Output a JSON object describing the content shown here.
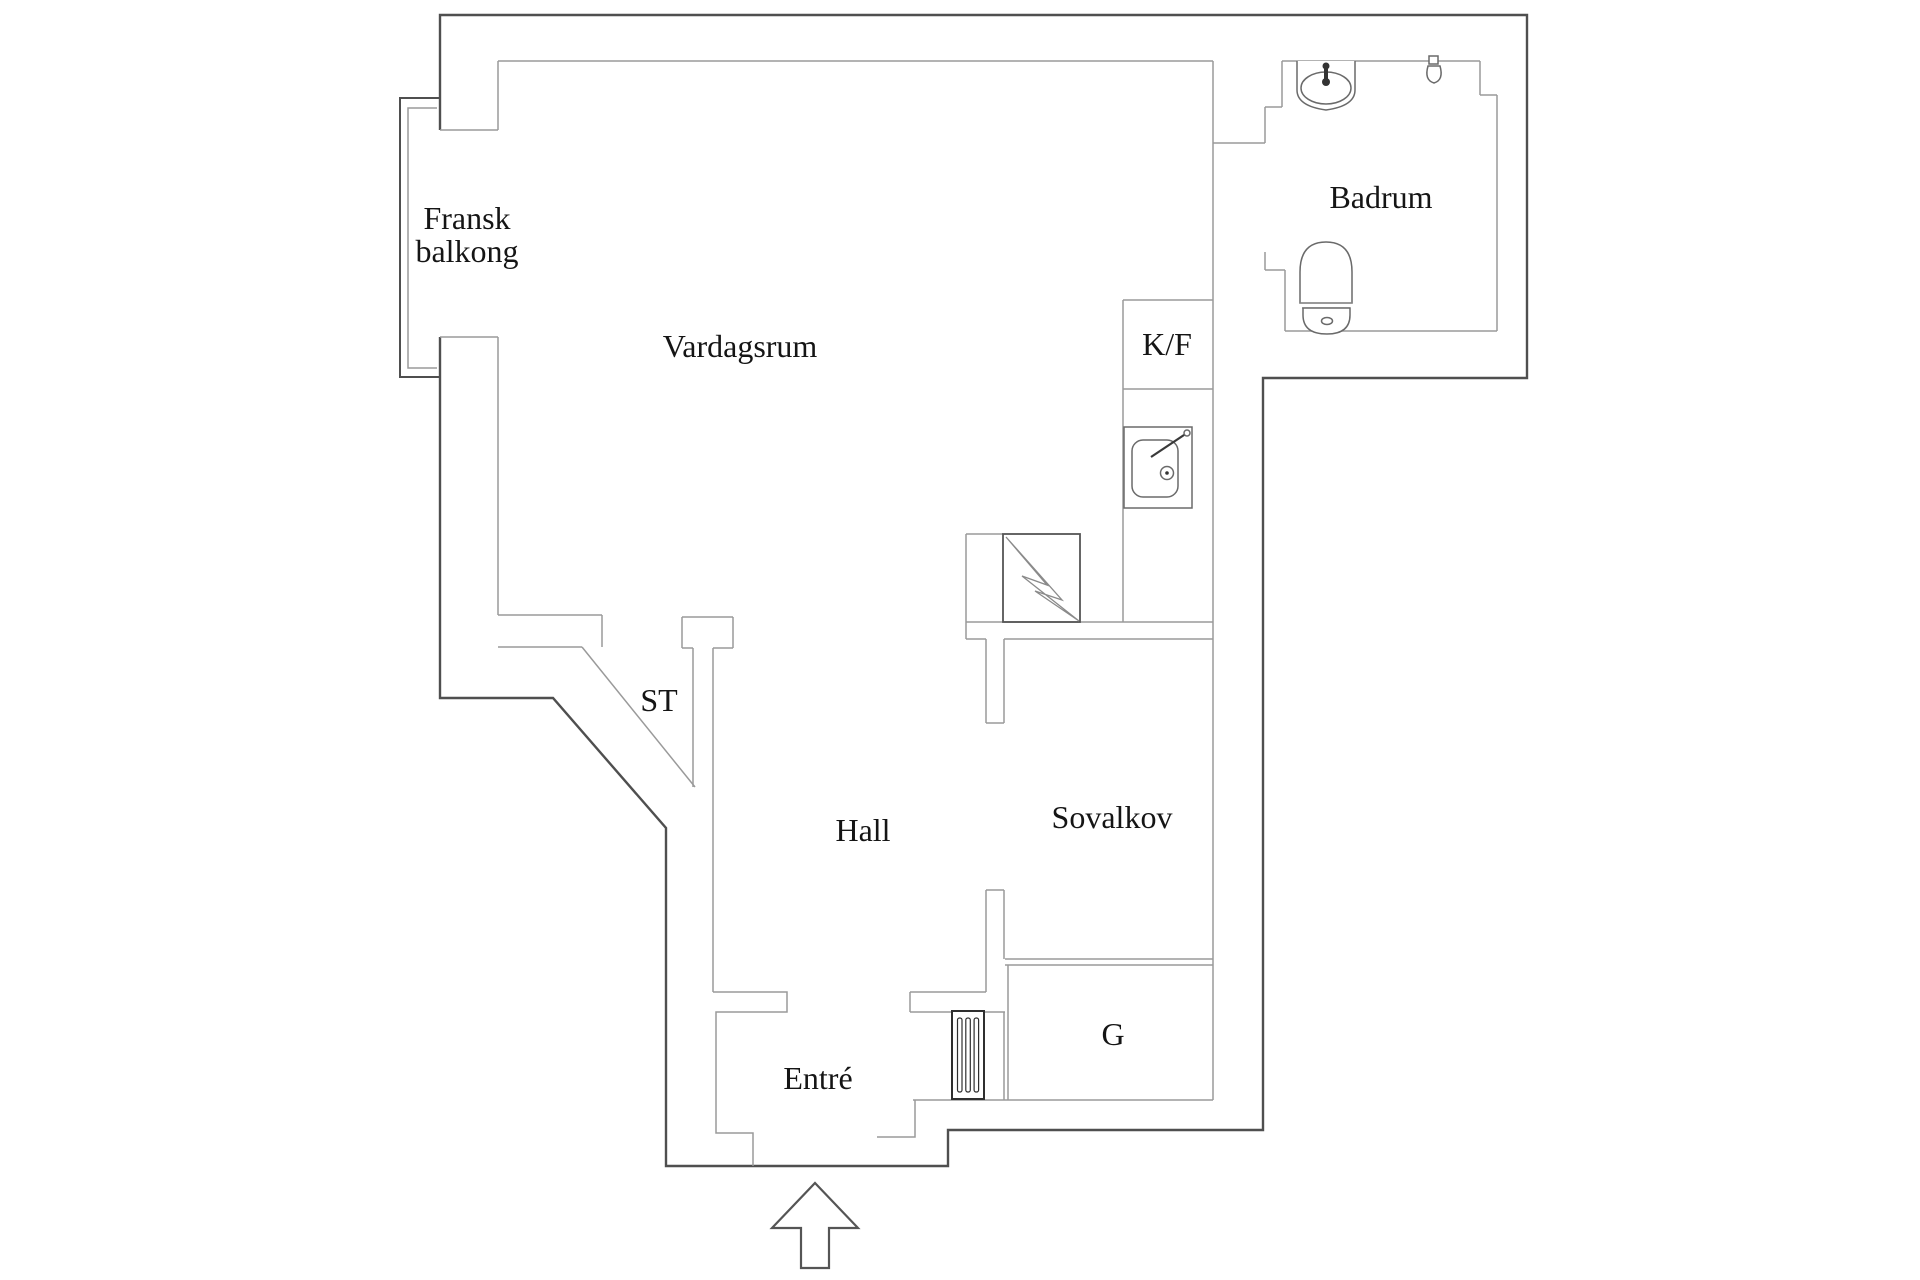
{
  "title": "Apartment floor plan",
  "rooms": [
    {
      "id": "fransk-balkong",
      "lines": [
        "Fransk",
        "balkong"
      ]
    },
    {
      "id": "vardagsrum",
      "lines": [
        "Vardagsrum"
      ]
    },
    {
      "id": "badrum",
      "lines": [
        "Badrum"
      ]
    },
    {
      "id": "kf",
      "lines": [
        "K/F"
      ]
    },
    {
      "id": "st",
      "lines": [
        "ST"
      ]
    },
    {
      "id": "hall",
      "lines": [
        "Hall"
      ]
    },
    {
      "id": "sovalkov",
      "lines": [
        "Sovalkov"
      ]
    },
    {
      "id": "entre",
      "lines": [
        "Entré"
      ]
    },
    {
      "id": "garderob",
      "lines": [
        "G"
      ]
    }
  ],
  "fixtures": [
    "bathroom-sink-icon",
    "shower-icon",
    "toilet-icon",
    "kitchen-sink-icon",
    "stove-icon",
    "radiator-icon",
    "entrance-arrow-icon"
  ],
  "colors": {
    "background": "#ffffff",
    "wall_outer": "#4f4f4f",
    "wall_inner": "#9a9a9a",
    "text": "#151515"
  }
}
